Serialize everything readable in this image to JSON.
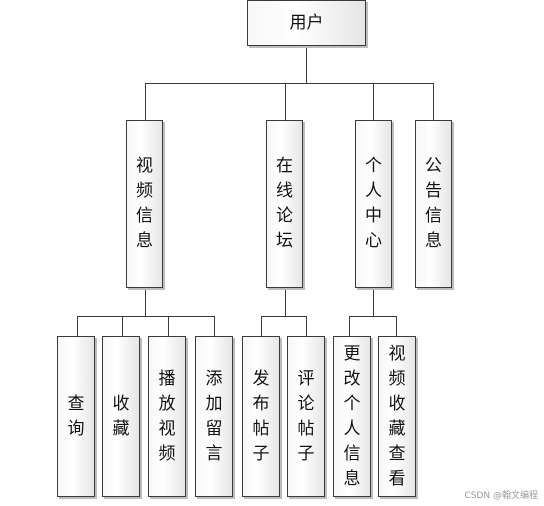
{
  "diagram": {
    "root": "用户",
    "level1": [
      {
        "label": "视频信息"
      },
      {
        "label": "在线论坛"
      },
      {
        "label": "个人中心"
      },
      {
        "label": "公告信息"
      }
    ],
    "level2": [
      {
        "label": "查询"
      },
      {
        "label": "收藏"
      },
      {
        "label": "播放视频"
      },
      {
        "label": "添加留言"
      },
      {
        "label": "发布帖子"
      },
      {
        "label": "评论帖子"
      },
      {
        "label": "更改个人信息"
      },
      {
        "label": "视频收藏查看"
      }
    ]
  },
  "watermark": "CSDN @翰文编程"
}
